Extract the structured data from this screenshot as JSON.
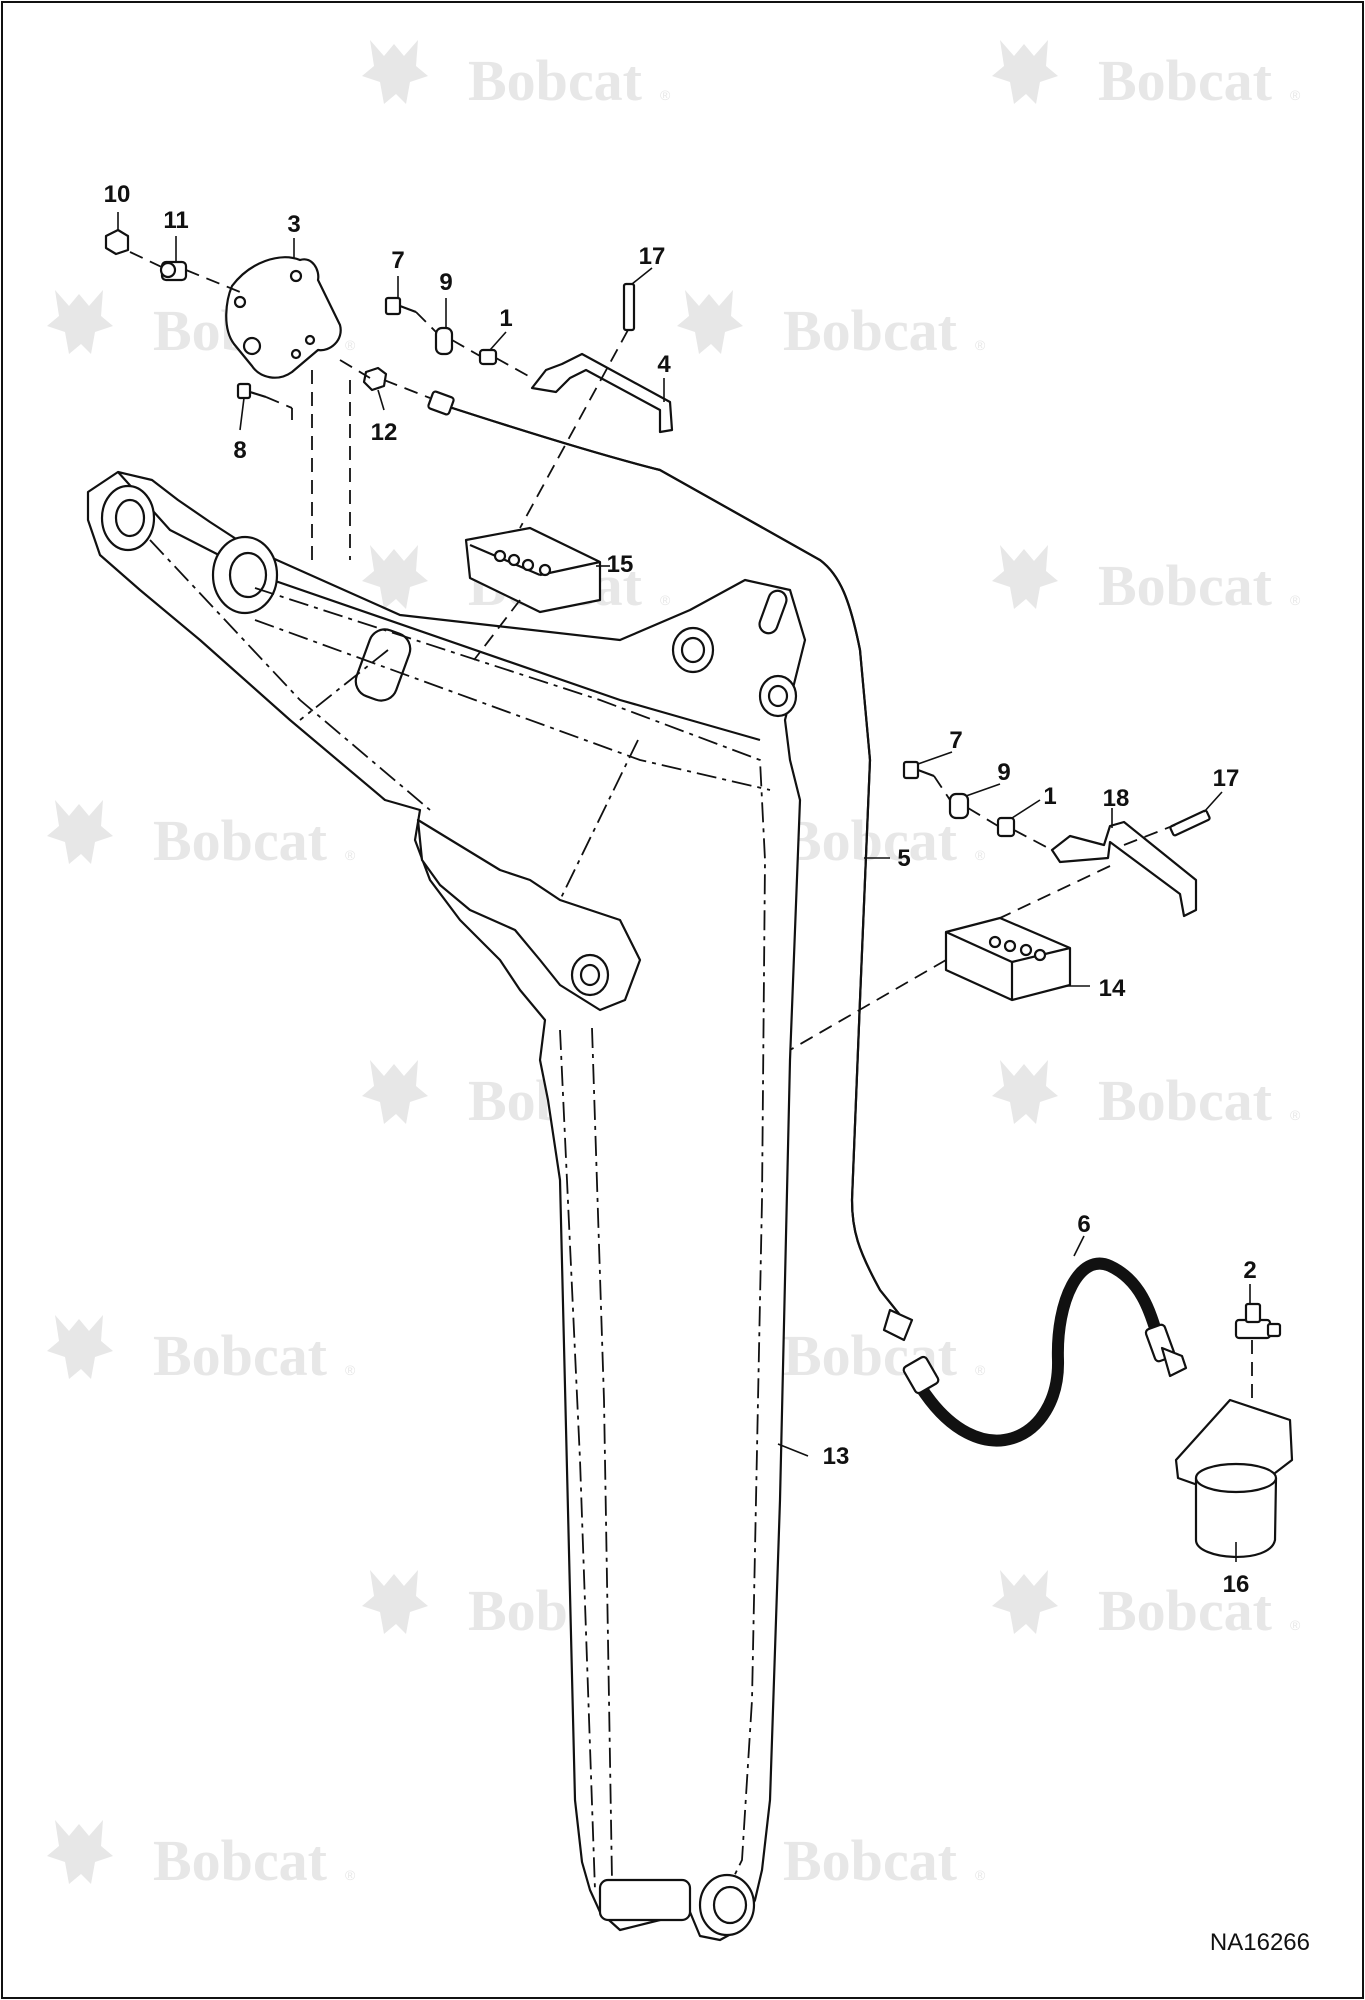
{
  "watermark": {
    "text": "Bobcat",
    "registered_mark": "®"
  },
  "figure_id": "NA16266",
  "callouts": [
    {
      "id": "c10",
      "label": "10"
    },
    {
      "id": "c11",
      "label": "11"
    },
    {
      "id": "c3",
      "label": "3"
    },
    {
      "id": "c7a",
      "label": "7"
    },
    {
      "id": "c9a",
      "label": "9"
    },
    {
      "id": "c1a",
      "label": "1"
    },
    {
      "id": "c17a",
      "label": "17"
    },
    {
      "id": "c4",
      "label": "4"
    },
    {
      "id": "c8",
      "label": "8"
    },
    {
      "id": "c12",
      "label": "12"
    },
    {
      "id": "c15",
      "label": "15"
    },
    {
      "id": "c7b",
      "label": "7"
    },
    {
      "id": "c9b",
      "label": "9"
    },
    {
      "id": "c1b",
      "label": "1"
    },
    {
      "id": "c18",
      "label": "18"
    },
    {
      "id": "c17b",
      "label": "17"
    },
    {
      "id": "c5",
      "label": "5"
    },
    {
      "id": "c14",
      "label": "14"
    },
    {
      "id": "c6",
      "label": "6"
    },
    {
      "id": "c2",
      "label": "2"
    },
    {
      "id": "c13",
      "label": "13"
    },
    {
      "id": "c16",
      "label": "16"
    }
  ]
}
